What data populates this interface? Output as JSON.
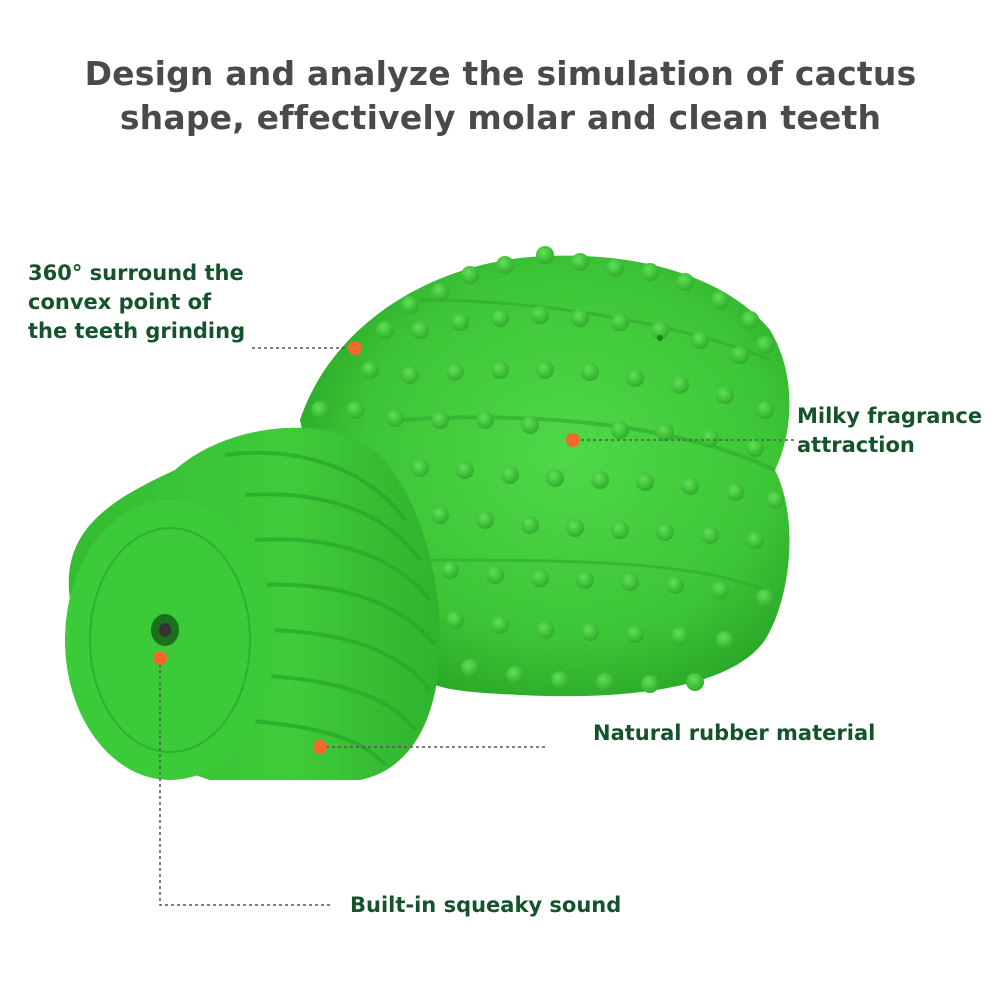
{
  "headline": {
    "line1": "Design and analyze the simulation of cactus",
    "line2": "shape, effectively molar and clean teeth"
  },
  "callouts": {
    "grinding": {
      "line1": "360° surround the",
      "line2": "convex point of",
      "line3": "the teeth grinding"
    },
    "fragrance": {
      "line1": "Milky fragrance",
      "line2": "attraction"
    },
    "material": "Natural rubber material",
    "sound": "Built-in squeaky sound"
  },
  "colors": {
    "toy_green": "#3fcb3a",
    "toy_dark": "#2aa628",
    "marker_orange": "#f06a2b",
    "label_green": "#14532b",
    "headline_gray": "#4a4a4a"
  },
  "icons": {
    "marker": "orange-dot"
  }
}
